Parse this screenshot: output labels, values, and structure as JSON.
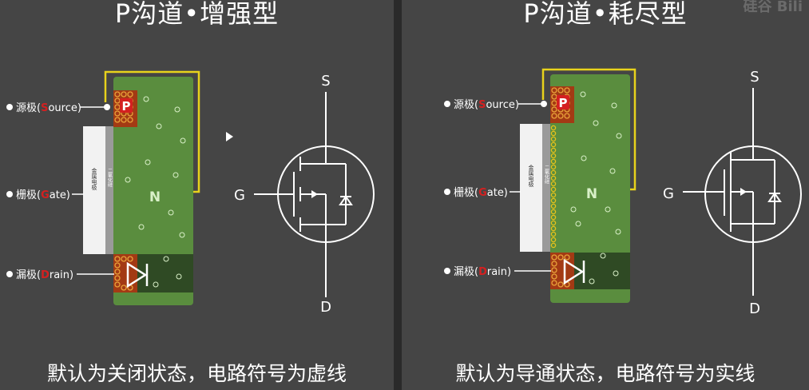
{
  "left": {
    "title": "P沟道•增强型",
    "caption": "默认为关闭状态，电路符号为虚线",
    "labels": {
      "source": "源极(Source)",
      "gate": "栅极(Gate)",
      "drain": "漏极(Drain)"
    },
    "source_letter": "S",
    "gate_letter": "G",
    "drain_letter": "D",
    "source_rest": "ource)",
    "gate_rest": "ate)",
    "drain_rest": "rain)",
    "source_prefix": "源极(",
    "gate_prefix": "栅极(",
    "drain_prefix": "漏极(",
    "p_label": "P",
    "n_label": "N",
    "metal_text": "金属电极",
    "oxide_text": "二氧化硅"
  },
  "right": {
    "title": "P沟道•耗尽型",
    "caption": "默认为导通状态，电路符号为实线",
    "source_letter": "S",
    "gate_letter": "G",
    "drain_letter": "D",
    "source_rest": "ource)",
    "gate_rest": "ate)",
    "drain_rest": "rain)",
    "source_prefix": "源极(",
    "gate_prefix": "栅极(",
    "drain_prefix": "漏极(",
    "p_label": "P",
    "n_label": "N",
    "metal_text": "金属电极",
    "oxide_text": "二氧化硅"
  },
  "symbol": {
    "s": "S",
    "g": "G",
    "d": "D"
  },
  "watermark": "硅谷 Bili",
  "colors": {
    "background": "#454545",
    "n_region": "#5a8d3e",
    "n_region_dark": "#2f4a24",
    "p_region": "#a33a14",
    "p_dot": "#e8a23a",
    "yellow_line": "#e8d21c",
    "oxide": "#9a9a9a",
    "metal": "#f2f2f2",
    "label_red": "#d42020"
  }
}
